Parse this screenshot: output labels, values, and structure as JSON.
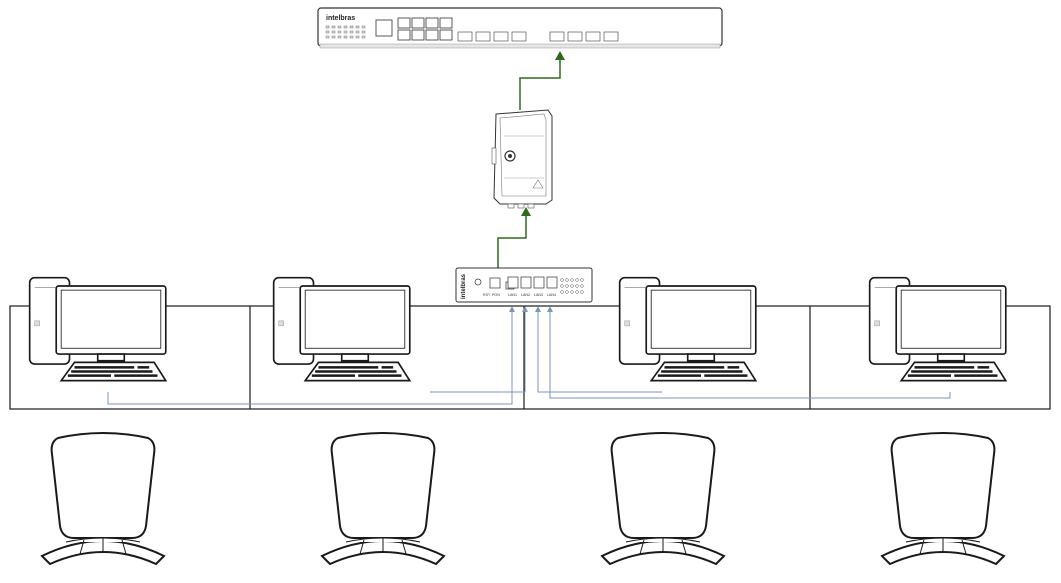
{
  "colors": {
    "uplink": "#2e6b1f",
    "lan_cable": "#7a96b8",
    "outline": "#1a1a1a",
    "device_fill": "#ffffff",
    "screen_fill": "#ffffff"
  },
  "switch": {
    "brand": "intelbras",
    "icon": "network-switch-icon"
  },
  "olt_box": {
    "icon": "fiber-termination-box-icon"
  },
  "onu_router": {
    "brand": "intelbras",
    "icon": "onu-router-icon",
    "port_labels": [
      "RST",
      "PON",
      "LAN1",
      "LAN2",
      "LAN3",
      "LAN4"
    ]
  },
  "workstations": [
    {
      "id": "workstation-1",
      "icon": "desktop-computer-icon"
    },
    {
      "id": "workstation-2",
      "icon": "desktop-computer-icon"
    },
    {
      "id": "workstation-3",
      "icon": "desktop-computer-icon"
    },
    {
      "id": "workstation-4",
      "icon": "desktop-computer-icon"
    }
  ],
  "chairs": [
    {
      "id": "chair-1",
      "icon": "office-chair-icon"
    },
    {
      "id": "chair-2",
      "icon": "office-chair-icon"
    },
    {
      "id": "chair-3",
      "icon": "office-chair-icon"
    },
    {
      "id": "chair-4",
      "icon": "office-chair-icon"
    }
  ]
}
